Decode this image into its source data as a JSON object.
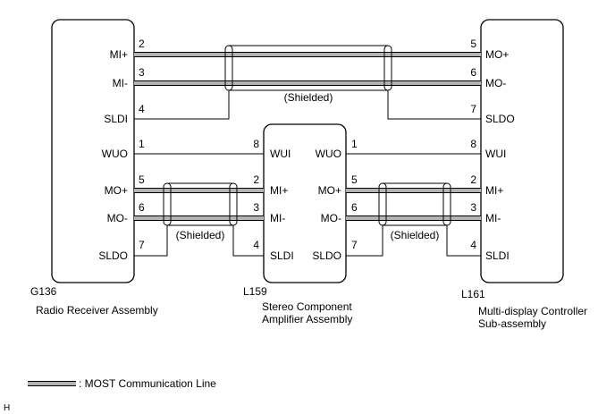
{
  "connectors": {
    "g136": {
      "code": "G136",
      "name": "Radio Receiver Assembly",
      "pins": [
        {
          "label": "MI+",
          "num": "2"
        },
        {
          "label": "MI-",
          "num": "3"
        },
        {
          "label": "SLDI",
          "num": "4"
        },
        {
          "label": "WUO",
          "num": "1"
        },
        {
          "label": "MO+",
          "num": "5"
        },
        {
          "label": "MO-",
          "num": "6"
        },
        {
          "label": "SLDO",
          "num": "7"
        }
      ]
    },
    "l159": {
      "code": "L159",
      "name_line1": "Stereo Component",
      "name_line2": "Amplifier Assembly",
      "left_pins": [
        {
          "label": "WUI",
          "num": "8"
        },
        {
          "label": "MI+",
          "num": "2"
        },
        {
          "label": "MI-",
          "num": "3"
        },
        {
          "label": "SLDI",
          "num": "4"
        }
      ],
      "right_pins": [
        {
          "label": "WUO",
          "num": "1"
        },
        {
          "label": "MO+",
          "num": "5"
        },
        {
          "label": "MO-",
          "num": "6"
        },
        {
          "label": "SLDO",
          "num": "7"
        }
      ]
    },
    "l161": {
      "code": "L161",
      "name_line1": "Multi-display Controller",
      "name_line2": "Sub-assembly",
      "pins": [
        {
          "label": "MO+",
          "num": "5"
        },
        {
          "label": "MO-",
          "num": "6"
        },
        {
          "label": "SLDO",
          "num": "7"
        },
        {
          "label": "WUI",
          "num": "8"
        },
        {
          "label": "MI+",
          "num": "2"
        },
        {
          "label": "MI-",
          "num": "3"
        },
        {
          "label": "SLDI",
          "num": "4"
        }
      ]
    }
  },
  "shield_labels": {
    "top": "(Shielded)",
    "left": "(Shielded)",
    "right": "(Shielded)"
  },
  "legend": {
    "text": ": MOST Communication Line"
  },
  "corner_mark": "H",
  "colors": {
    "line": "#000000",
    "most_line_fill": "#b3b3b3"
  }
}
